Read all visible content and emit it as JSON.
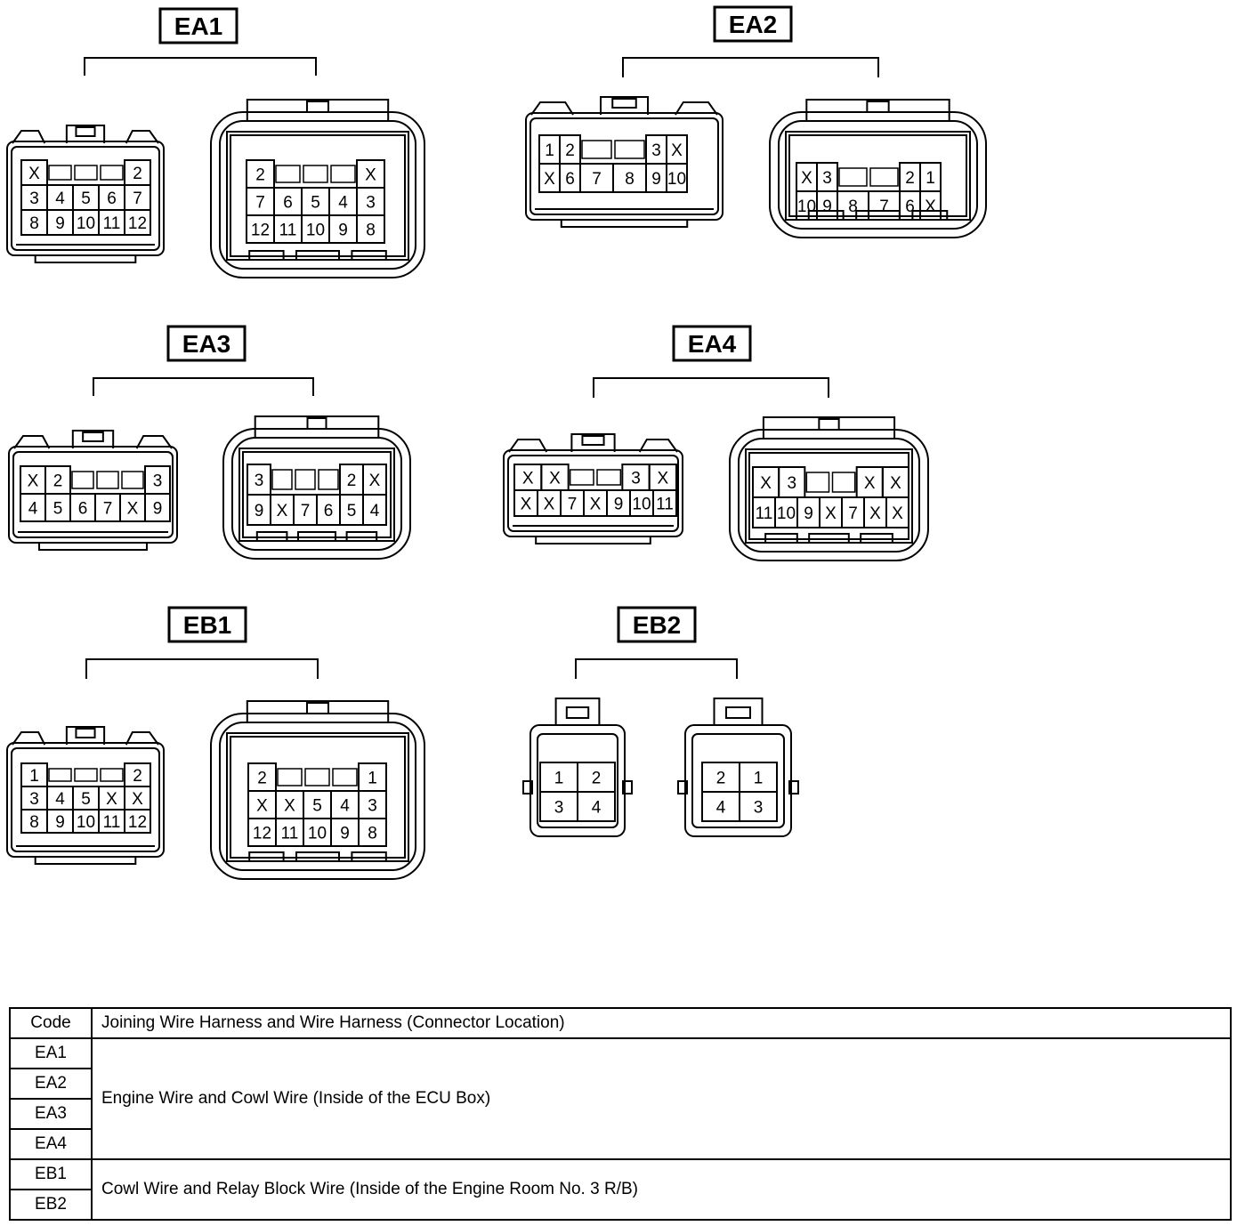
{
  "connectors": [
    {
      "code": "EA1",
      "left": {
        "rows": [
          [
            "X",
            "",
            "",
            "",
            "2"
          ],
          [
            "3",
            "4",
            "5",
            "6",
            "7"
          ],
          [
            "8",
            "9",
            "10",
            "11",
            "12"
          ]
        ]
      },
      "right": {
        "rows": [
          [
            "2",
            "",
            "",
            "",
            "X"
          ],
          [
            "7",
            "6",
            "5",
            "4",
            "3"
          ],
          [
            "12",
            "11",
            "10",
            "9",
            "8"
          ]
        ]
      }
    },
    {
      "code": "EA2",
      "left": {
        "rows": [
          [
            "1",
            "2",
            "",
            "",
            "3",
            "X"
          ],
          [
            "X",
            "6",
            "7",
            "8",
            "9",
            "10"
          ]
        ]
      },
      "right": {
        "rows": [
          [
            "X",
            "3",
            "",
            "",
            "2",
            "1"
          ],
          [
            "10",
            "9",
            "8",
            "7",
            "6",
            "X"
          ]
        ]
      }
    },
    {
      "code": "EA3",
      "left": {
        "rows": [
          [
            "X",
            "2",
            "",
            "",
            "",
            "3"
          ],
          [
            "4",
            "5",
            "6",
            "7",
            "X",
            "9"
          ]
        ]
      },
      "right": {
        "rows": [
          [
            "3",
            "",
            "",
            "",
            "2",
            "X"
          ],
          [
            "9",
            "X",
            "7",
            "6",
            "5",
            "4"
          ]
        ]
      }
    },
    {
      "code": "EA4",
      "left": {
        "rows": [
          [
            "X",
            "X",
            "",
            "",
            "3",
            "X"
          ],
          [
            "X",
            "X",
            "7",
            "X",
            "9",
            "10",
            "11"
          ]
        ]
      },
      "right": {
        "rows": [
          [
            "X",
            "3",
            "",
            "",
            "X",
            "X"
          ],
          [
            "11",
            "10",
            "9",
            "X",
            "7",
            "X",
            "X"
          ]
        ]
      }
    },
    {
      "code": "EB1",
      "left": {
        "rows": [
          [
            "1",
            "",
            "",
            "",
            "2"
          ],
          [
            "3",
            "4",
            "5",
            "X",
            "X"
          ],
          [
            "8",
            "9",
            "10",
            "11",
            "12"
          ]
        ]
      },
      "right": {
        "rows": [
          [
            "2",
            "",
            "",
            "",
            "1"
          ],
          [
            "X",
            "X",
            "5",
            "4",
            "3"
          ],
          [
            "12",
            "11",
            "10",
            "9",
            "8"
          ]
        ]
      }
    },
    {
      "code": "EB2",
      "left": {
        "rows": [
          [
            "1",
            "2"
          ],
          [
            "3",
            "4"
          ]
        ]
      },
      "right": {
        "rows": [
          [
            "2",
            "1"
          ],
          [
            "4",
            "3"
          ]
        ]
      }
    }
  ],
  "table": {
    "header_code": "Code",
    "header_desc": "Joining Wire Harness and Wire Harness (Connector Location)",
    "codes": [
      "EA1",
      "EA2",
      "EA3",
      "EA4",
      "EB1",
      "EB2"
    ],
    "group1_desc": "Engine Wire and Cowl Wire (Inside of the ECU Box)",
    "group2_desc": "Cowl Wire and Relay Block Wire (Inside of the Engine Room No. 3 R/B)"
  }
}
